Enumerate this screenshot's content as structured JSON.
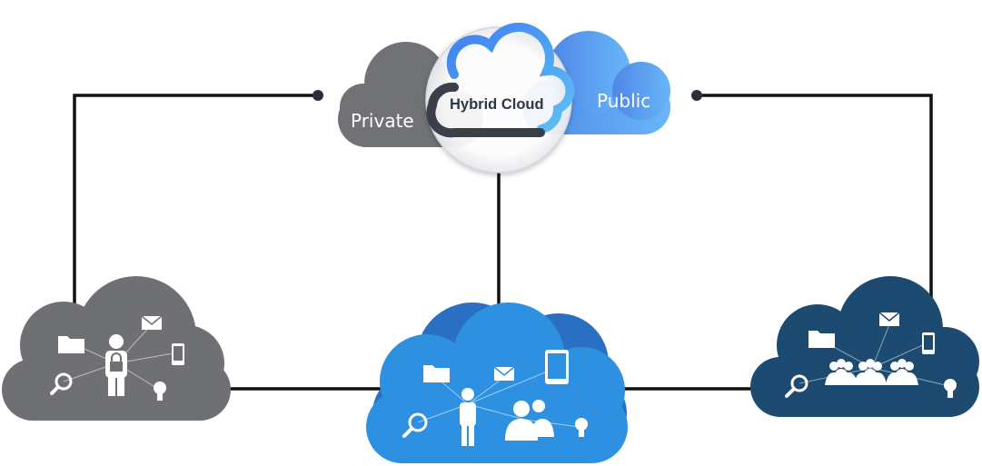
{
  "diagram": {
    "title": "Hybrid Cloud",
    "private_label": "Private",
    "public_label": "Public"
  },
  "colors": {
    "private_gray": "#707276",
    "public_blue": "#4a9ef0",
    "connector": "#111111",
    "center_blue": "#2f8fe0",
    "center_back": "#2a6fbf",
    "dark_navy": "#1d4a70",
    "ring_dark": "#3a3f48",
    "ring_blue": "#4aa3f5"
  },
  "nodes": [
    {
      "id": "private-cloud-node",
      "icons": [
        "folder-icon",
        "mail-icon",
        "person-lock-icon",
        "phone-icon",
        "search-icon",
        "bulb-icon"
      ]
    },
    {
      "id": "hybrid-cloud-node",
      "icons": [
        "folder-icon",
        "mail-icon",
        "tablet-icon",
        "person-icon",
        "group-icon",
        "search-icon",
        "bulb-icon"
      ]
    },
    {
      "id": "public-cloud-node",
      "icons": [
        "folder-icon",
        "mail-icon",
        "phone-icon",
        "group-icon",
        "group-icon",
        "group-icon",
        "search-icon",
        "bulb-icon"
      ]
    }
  ]
}
